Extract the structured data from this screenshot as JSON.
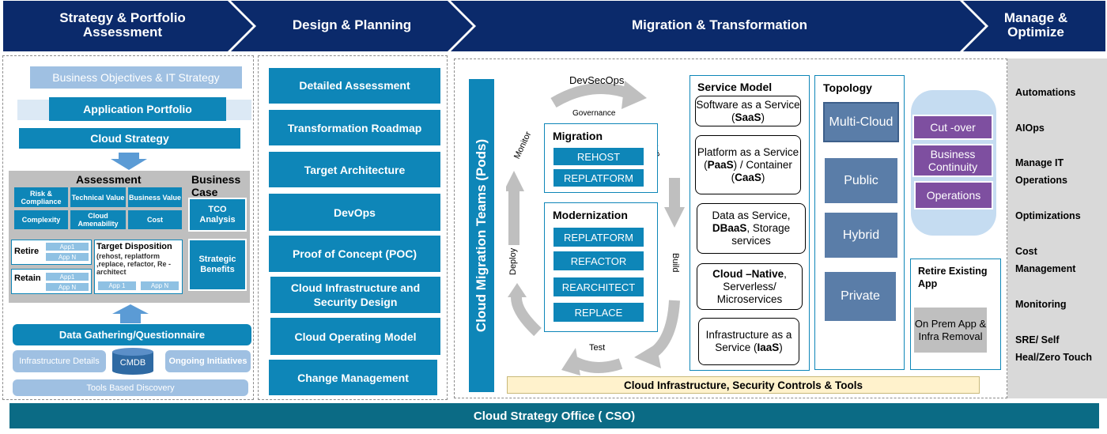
{
  "phases": [
    "Strategy & Portfolio Assessment",
    "Design  & Planning",
    "Migration & Transformation",
    "Manage & Optimize"
  ],
  "strategy": {
    "business_objectives": "Business Objectives & IT Strategy",
    "application_portfolio": "Application Portfolio",
    "cloud_strategy": "Cloud Strategy",
    "assessment_title": "Assessment",
    "business_case_title": "Business Case",
    "assessment_items": [
      "Risk & Compliance",
      "Technical Value",
      "Business Value",
      "Complexity",
      "Cloud Amenability",
      "Cost"
    ],
    "tco": "TCO Analysis",
    "strategic": "Strategic Benefits",
    "retire": "Retire",
    "retain": "Retain",
    "app1": "App1",
    "appn": "App N",
    "target_title": "Target Disposition",
    "target_text": "(rehost, replatform ,replace, refactor, Re -architect",
    "target_app1": "App 1",
    "target_appn": "App N",
    "data_gathering": "Data Gathering/Questionnaire",
    "infra_details": "Infrastructure Details",
    "cmdb": "CMDB",
    "ongoing": "Ongoing Initiatives",
    "tools": "Tools Based Discovery"
  },
  "design": [
    "Detailed Assessment",
    "Transformation  Roadmap",
    "Target Architecture",
    "DevOps",
    "Proof of Concept (POC)",
    "Cloud Infrastructure and Security Design",
    "Cloud Operating Model",
    "Change Management"
  ],
  "migration": {
    "pods": "Cloud Migration  Teams (Pods)",
    "devsecops": "DevSecOps",
    "governance": "Governance",
    "cycle": [
      "Design",
      "Build",
      "Test",
      "Deploy",
      "Monitor"
    ],
    "migration_title": "Migration",
    "migration_items": [
      "REHOST",
      "REPLATFORM"
    ],
    "modernization_title": "Modernization",
    "modernization_items": [
      "REPLATFORM",
      "REFACTOR",
      "REARCHITECT",
      "REPLACE"
    ],
    "service_model_title": "Service Model",
    "saas_a": "Software as a Service (",
    "saas_b": "SaaS",
    "saas_c": ")",
    "paas_a": "Platform as a Service (",
    "paas_b": "PaaS",
    "paas_c": ") / Container (",
    "paas_d": "CaaS",
    "paas_e": ")",
    "dbaas_a": "Data as Service, ",
    "dbaas_b": "DBaaS",
    "dbaas_c": ", Storage services",
    "native_a": "Cloud –Native",
    "native_b": ", Serverless/ Microservices",
    "iaas_a": "Infrastructure as a Service (",
    "iaas_b": "IaaS",
    "iaas_c": ")",
    "topology_title": "Topology",
    "topology_items": [
      "Multi-Cloud",
      "Public",
      "Hybrid",
      "Private"
    ],
    "ops_items": [
      "Cut -over",
      "Business Continuity",
      "Operations"
    ],
    "retire_title": "Retire  Existing App",
    "retire_box": "On Prem App & Infra Removal",
    "infra_bar": "Cloud Infrastructure, Security Controls & Tools"
  },
  "manage": [
    "Automations",
    "AIOps",
    "Manage IT Operations",
    "Optimizations",
    "Cost Management",
    "Monitoring",
    "SRE/ Self Heal/Zero Touch"
  ],
  "footer": "Cloud Strategy Office ( CSO)",
  "colors": {
    "header": "#0b2a6b",
    "teal": "#0e86b8",
    "footer": "#0b6b85",
    "light": "#9fc0e2",
    "purple": "#7e4fa0",
    "topology": "#5a7da8",
    "cream": "#fff2cc"
  }
}
